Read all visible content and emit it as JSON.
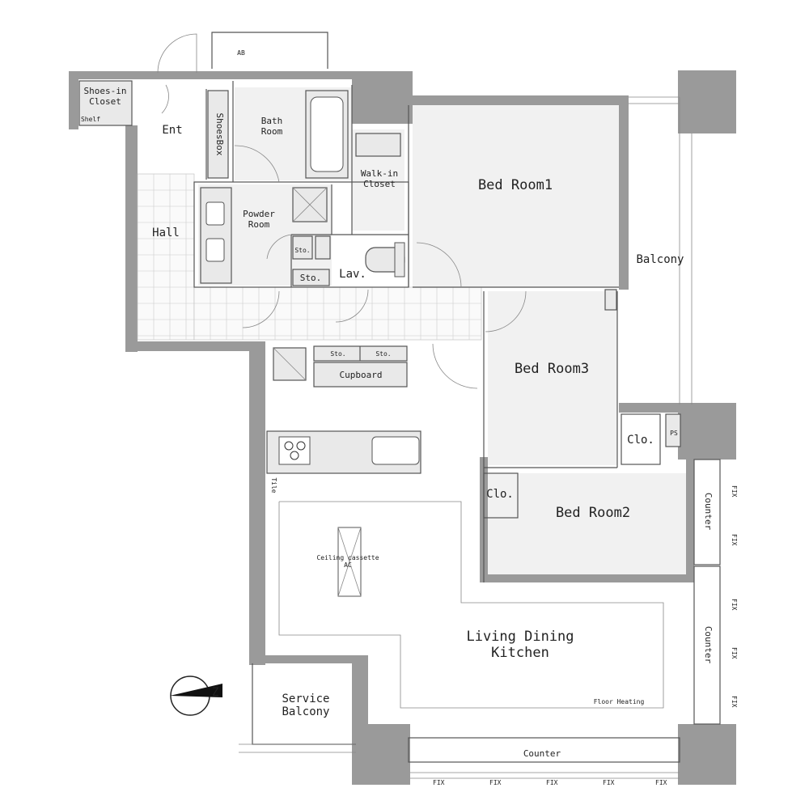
{
  "rooms": {
    "shoes_in_closet": "Shoes-in\nCloset",
    "shelf": "Shelf",
    "ent": "Ent",
    "shoes_box": "ShoesBox",
    "bath_room": "Bath\nRoom",
    "walk_in_closet": "Walk-in\nCloset",
    "bed_room_1": "Bed Room1",
    "hall": "Hall",
    "powder_room": "Powder\nRoom",
    "sto_small": "Sto.",
    "sto_lower": "Sto.",
    "lav": "Lav.",
    "balcony": "Balcony",
    "bed_room_3": "Bed Room3",
    "sto_left": "Sto.",
    "sto_right": "Sto.",
    "cupboard": "Cupboard",
    "clo_right": "Clo.",
    "clo_left": "Clo.",
    "bed_room_2": "Bed Room2",
    "counter_upper": "Counter",
    "counter_mid": "Counter",
    "counter_bottom": "Counter",
    "tile": "Tile",
    "ceiling_cassette": "Ceiling cassette\nAC",
    "living_dining_kitchen": "Living Dining\nKitchen",
    "floor_heating": "Floor Heating",
    "service_balcony": "Service\nBalcony",
    "ab": "AB",
    "ps": "PS",
    "fix": "FIX"
  },
  "colors": {
    "wall": "#9a9a9a",
    "room": "#f1f1f1",
    "line": "#555555"
  },
  "icons": [
    "north-arrow-icon",
    "stove-icon",
    "sink-icon",
    "toilet-icon",
    "bathtub-icon",
    "washbasin-icon"
  ]
}
